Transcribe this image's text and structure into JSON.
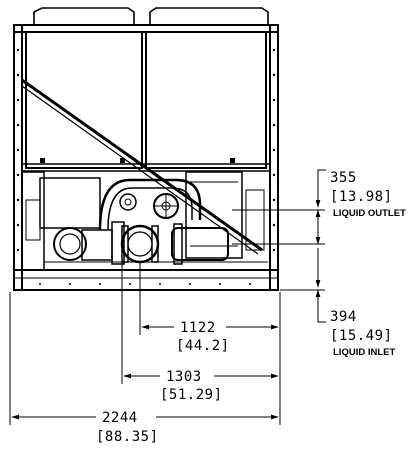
{
  "dimensions": {
    "liquid_outlet": {
      "mm": "355",
      "inch": "[13.98]",
      "label": "LIQUID OUTLET"
    },
    "liquid_inlet": {
      "mm": "394",
      "inch": "[15.49]",
      "label": "LIQUID INLET"
    },
    "inlet_center": {
      "mm": "1122",
      "inch": "[44.2]"
    },
    "outlet_center": {
      "mm": "1303",
      "inch": "[51.29]"
    },
    "overall_width": {
      "mm": "2244",
      "inch": "[88.35]"
    }
  }
}
